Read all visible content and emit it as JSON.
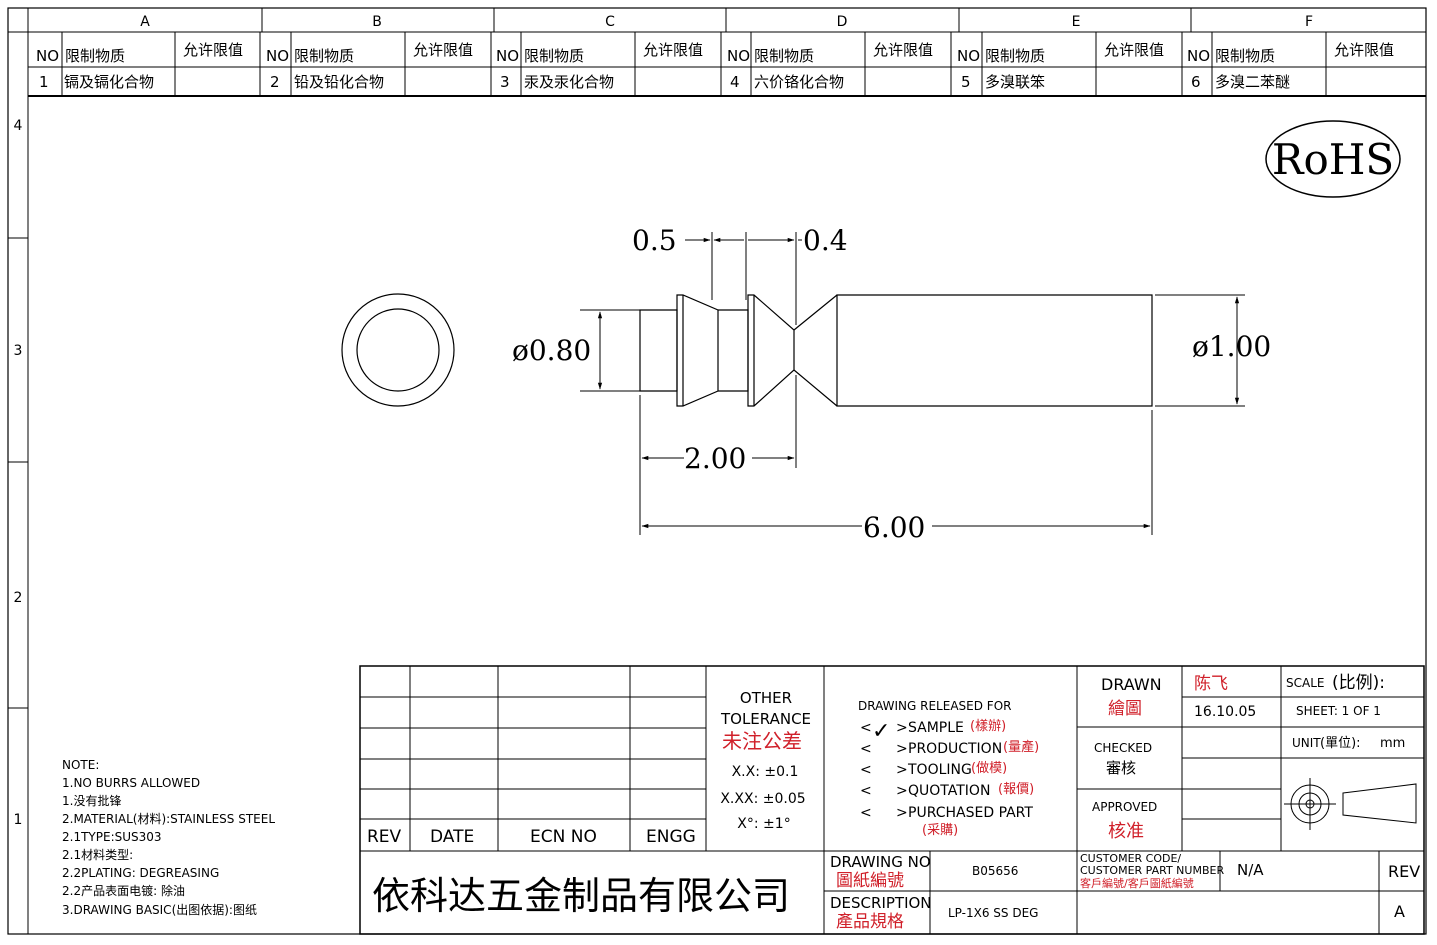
{
  "zones": {
    "columns": [
      "A",
      "B",
      "C",
      "D",
      "E",
      "F"
    ],
    "rows": [
      "4",
      "3",
      "2",
      "1"
    ]
  },
  "substances": {
    "header": {
      "no": "NO",
      "substance": "限制物质",
      "limit": "允许限值"
    },
    "items": [
      {
        "no": "1",
        "name": "镉及镉化合物",
        "limit": ""
      },
      {
        "no": "2",
        "name": "铅及铅化合物",
        "limit": ""
      },
      {
        "no": "3",
        "name": "汞及汞化合物",
        "limit": ""
      },
      {
        "no": "4",
        "name": "六价铬化合物",
        "limit": ""
      },
      {
        "no": "5",
        "name": "多溴联笨",
        "limit": ""
      },
      {
        "no": "6",
        "name": "多溴二苯醚",
        "limit": ""
      }
    ]
  },
  "rohs": "RoHS",
  "dimensions": {
    "d_small": "ø0.80",
    "d_large": "ø1.00",
    "w1": "0.5",
    "w2": "0.4",
    "len1": "2.00",
    "len_total": "6.00"
  },
  "notes": [
    "NOTE:",
    "1.NO BURRS ALLOWED",
    "1.没有批锋",
    "2.MATERIAL(材料):STAINLESS STEEL",
    "2.1TYPE:SUS303",
    "2.1材料类型:",
    "2.2PLATING: DEGREASING",
    "2.2产品表面电镀:  除油",
    "3.DRAWING BASIC(出图依据):图纸"
  ],
  "revision_table": {
    "rev": "REV",
    "date": "DATE",
    "ecn": "ECN NO",
    "engg": "ENGG"
  },
  "tolerance": {
    "title1": "OTHER",
    "title2": "TOLERANCE",
    "title_cn": "未注公差",
    "x": "X.X: ±0.1",
    "xx": "X.XX: ±0.05",
    "deg": "X°: ±1°"
  },
  "release": {
    "title": "DRAWING RELEASED FOR",
    "check_mark": "✓",
    "options": [
      {
        "label": "SAMPLE",
        "cn": "(樣辦)",
        "checked": true
      },
      {
        "label": "PRODUCTION",
        "cn": "(量產)",
        "checked": false
      },
      {
        "label": "TOOLING",
        "cn": "(做模)",
        "checked": false
      },
      {
        "label": "QUOTATION",
        "cn": "(報價)",
        "checked": false
      },
      {
        "label": "PURCHASED PART",
        "cn": "(采購)",
        "checked": false
      }
    ]
  },
  "sign": {
    "drawn_label": "DRAWN",
    "drawn_cn": "繪圖",
    "drawn_name": "陈飞",
    "drawn_date": "16.10.05",
    "checked_label": "CHECKED",
    "checked_cn": "審核",
    "approved_label": "APPROVED",
    "approved_cn": "核准"
  },
  "scale": {
    "scale_label": "SCALE",
    "scale_cn": "(比例):",
    "sheet": "SHEET:  1 OF 1",
    "unit_label": "UNIT",
    "unit_cn": "(單位):",
    "unit_value": "mm"
  },
  "company": "依科达五金制品有限公司",
  "drawing_no": {
    "label": "DRAWING NO",
    "cn": "圖紙編號",
    "value": "B05656"
  },
  "customer": {
    "label1": "CUSTOMER CODE/",
    "label2": "CUSTOMER PART NUMBER",
    "cn": "客戶編號/客戶圖紙編號",
    "value": "N/A"
  },
  "description": {
    "label": "DESCRIPTION",
    "cn": "產品規格",
    "value": "LP-1X6 SS DEG"
  },
  "rev_block": {
    "label": "REV",
    "value": "A"
  },
  "colors": {
    "line": "#000000",
    "accent_red": "#d0202a"
  }
}
